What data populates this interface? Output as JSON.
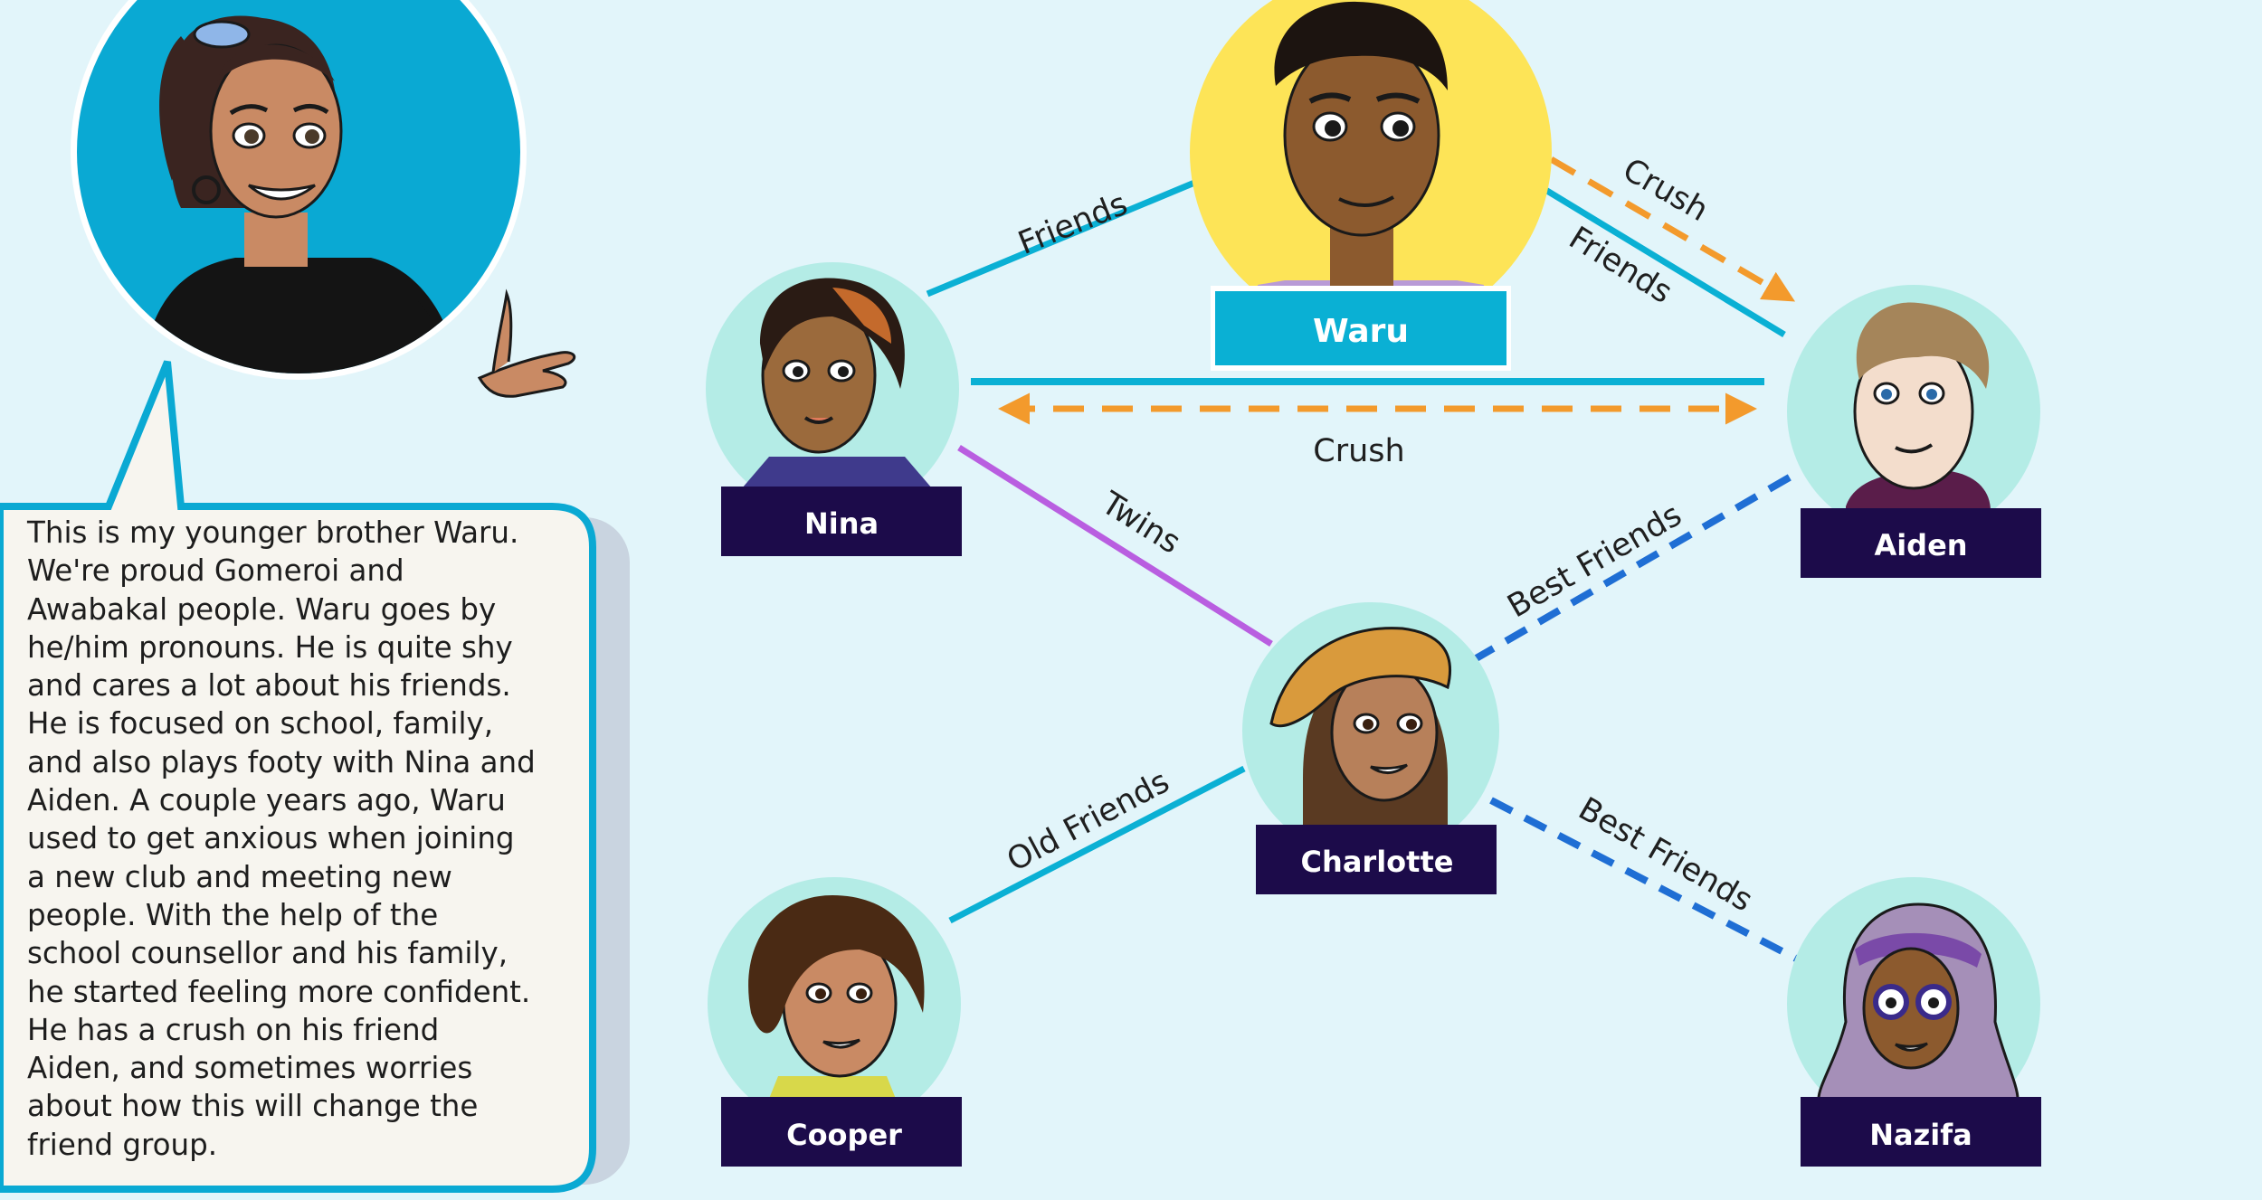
{
  "narrator": {
    "speech": "This is my younger brother Waru.\nWe're proud Gomeroi and\nAwabakal people. Waru goes by\nhe/him pronouns. He is quite shy\nand cares a lot about his friends.\nHe is focused on school, family,\nand also plays footy with Nina and\nAiden. A couple years ago, Waru\nused to get anxious when joining\na new club and meeting new\npeople. With the help of the\nschool counsellor and his family,\nhe started feeling more confident.\nHe has a crush on his friend\nAiden, and sometimes worries\nabout how this will change the\nfriend group."
  },
  "people": {
    "waru": "Waru",
    "nina": "Nina",
    "aiden": "Aiden",
    "charlotte": "Charlotte",
    "cooper": "Cooper",
    "nazifa": "Nazifa"
  },
  "relationships": {
    "waru_nina": "Friends",
    "waru_aiden_crush": "Crush",
    "waru_aiden_friends": "Friends",
    "nina_aiden_crush": "Crush",
    "nina_charlotte": "Twins",
    "charlotte_aiden": "Best Friends",
    "charlotte_cooper": "Old Friends",
    "charlotte_nazifa": "Best Friends"
  },
  "colors": {
    "background": "#e2f5fa",
    "friends_line": "#0ab0d4",
    "crush_line": "#f39a2c",
    "best_friends_line": "#1f6ed4",
    "twins_line": "#b95ee0",
    "name_tag": "#1c0b4a",
    "waru_tag": "#0ab0d4",
    "avatar_circle": "#b4ece6",
    "waru_circle": "#fde457"
  }
}
